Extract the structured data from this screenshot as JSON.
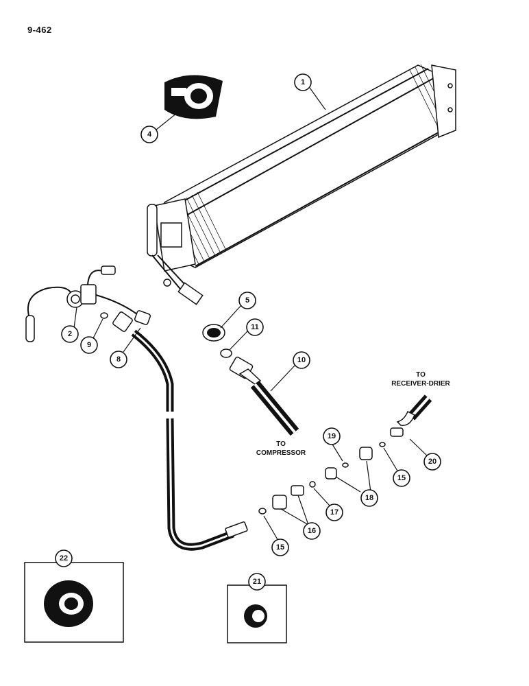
{
  "page_number": "9-462",
  "callouts": {
    "c1": "1",
    "c2": "2",
    "c4": "4",
    "c5": "5",
    "c8": "8",
    "c9": "9",
    "c10": "10",
    "c11": "11",
    "c15a": "15",
    "c15b": "15",
    "c16": "16",
    "c17": "17",
    "c18": "18",
    "c19": "19",
    "c20": "20",
    "c21": "21",
    "c22": "22"
  },
  "labels": {
    "to_compressor_1": "TO",
    "to_compressor_2": "COMPRESSOR",
    "to_receiver_1": "TO",
    "to_receiver_2": "RECEIVER-DRIER"
  }
}
